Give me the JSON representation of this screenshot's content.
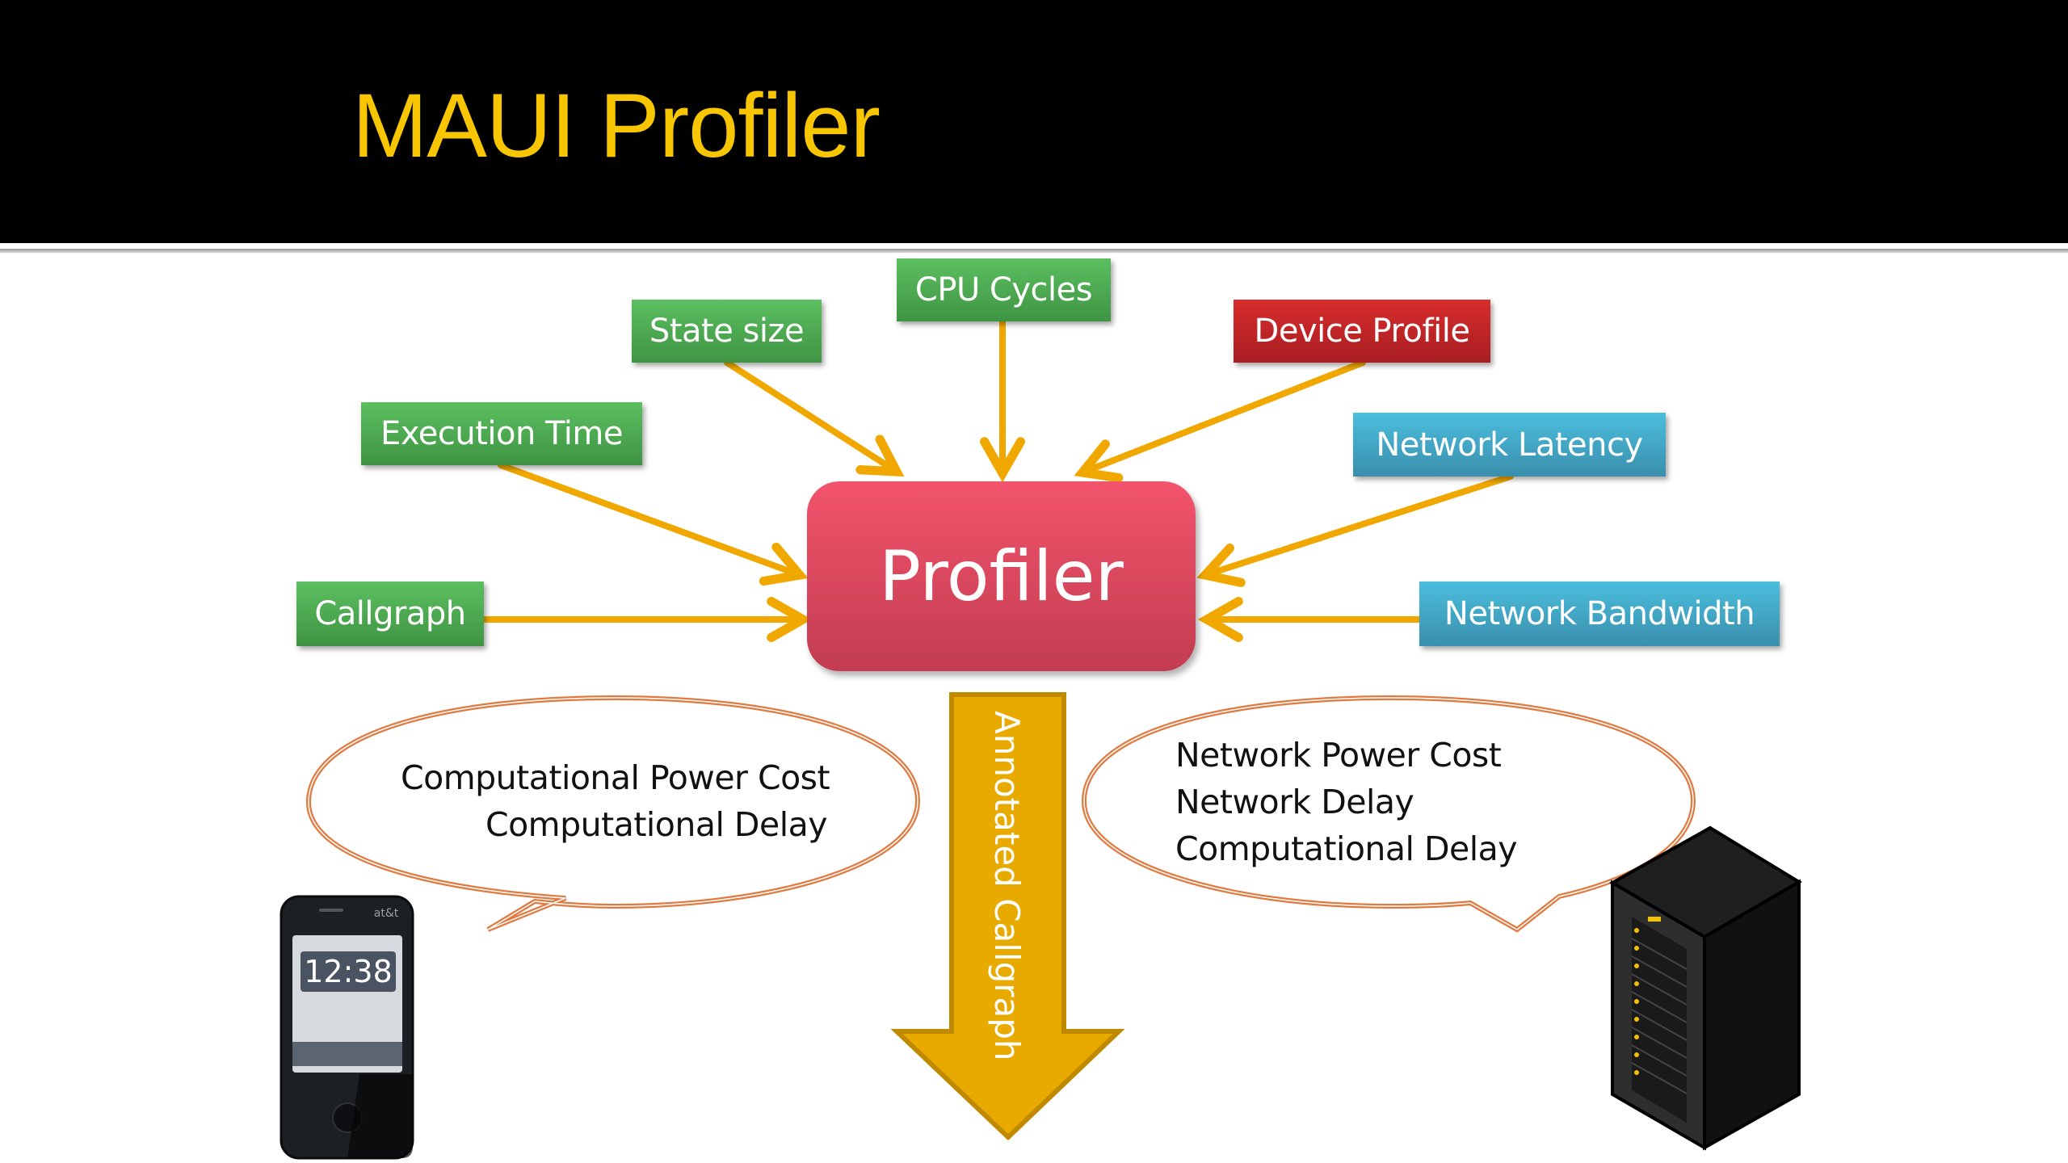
{
  "slide": {
    "title": "MAUI Profiler",
    "center_node": "Profiler",
    "inputs": [
      {
        "id": "execution-time",
        "label": "Execution Time",
        "color": "green"
      },
      {
        "id": "state-size",
        "label": "State size",
        "color": "green"
      },
      {
        "id": "cpu-cycles",
        "label": "CPU Cycles",
        "color": "green"
      },
      {
        "id": "device-profile",
        "label": "Device Profile",
        "color": "red"
      },
      {
        "id": "network-latency",
        "label": "Network Latency",
        "color": "blue"
      },
      {
        "id": "callgraph",
        "label": "Callgraph",
        "color": "green"
      },
      {
        "id": "network-bandwidth",
        "label": "Network Bandwidth",
        "color": "blue"
      }
    ],
    "output_arrow_label": "Annotated Callgraph",
    "left_bubble": {
      "lines": [
        "Computational Power Cost",
        "Computational Delay"
      ]
    },
    "right_bubble": {
      "lines": [
        "Network Power Cost",
        "Network Delay",
        "Computational Delay"
      ]
    },
    "phone": {
      "clock": "12:38",
      "carrier": "at&t"
    },
    "colors": {
      "title": "#f7c600",
      "header_bg": "#000000",
      "connector": "#f0a800",
      "green": "#4caf50",
      "red": "#c62828",
      "blue": "#42a8c8",
      "profiler": "#e04a60",
      "bubble_outline": "#e07a40",
      "output_arrow": "#e8a800"
    }
  }
}
